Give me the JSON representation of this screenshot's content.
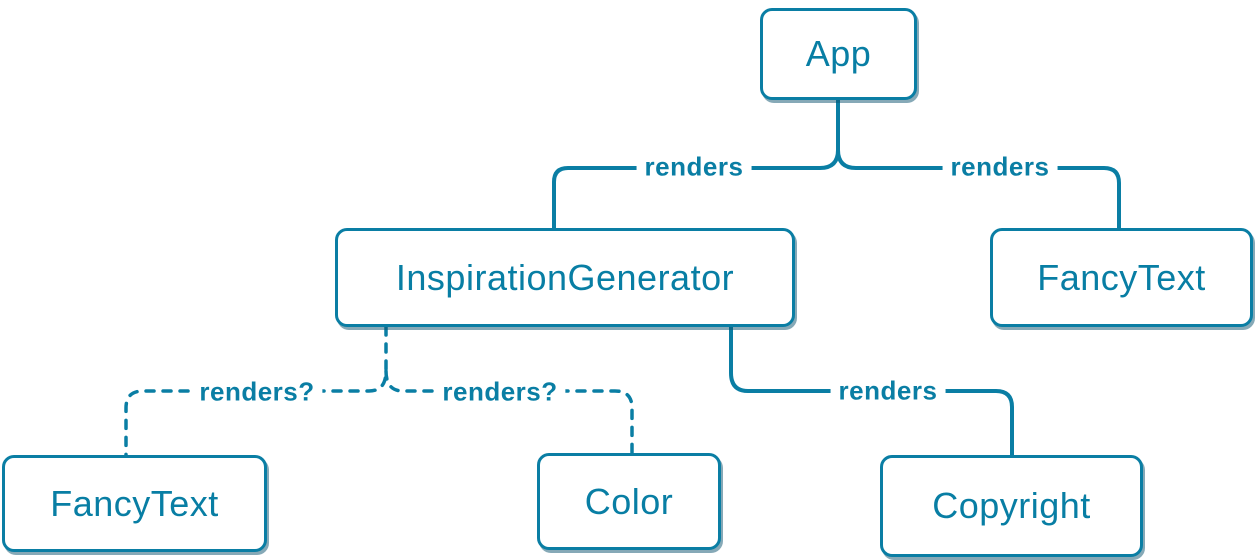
{
  "diagram": {
    "description": "Component render tree",
    "colors": {
      "line": "#0a7ea4",
      "node_border": "#0a7ea4",
      "node_text": "#087ea4",
      "node_background": "#ffffff",
      "edge_label_text": "#0a7ea4",
      "background": "#ffffff",
      "shadow": "rgba(13,83,112,0.5)"
    },
    "nodes": [
      {
        "id": "app",
        "label": "App"
      },
      {
        "id": "inspiration-generator",
        "label": "InspirationGenerator"
      },
      {
        "id": "fancy-text-top",
        "label": "FancyText"
      },
      {
        "id": "fancy-text-bottom",
        "label": "FancyText"
      },
      {
        "id": "color",
        "label": "Color"
      },
      {
        "id": "copyright",
        "label": "Copyright"
      }
    ],
    "edges": [
      {
        "from": "App",
        "to": "InspirationGenerator",
        "label": "renders",
        "style": "solid"
      },
      {
        "from": "App",
        "to": "FancyText",
        "label": "renders",
        "style": "solid"
      },
      {
        "from": "InspirationGenerator",
        "to": "FancyText",
        "label": "renders?",
        "style": "dashed"
      },
      {
        "from": "InspirationGenerator",
        "to": "Color",
        "label": "renders?",
        "style": "dashed"
      },
      {
        "from": "InspirationGenerator",
        "to": "Copyright",
        "label": "renders",
        "style": "solid"
      }
    ]
  }
}
